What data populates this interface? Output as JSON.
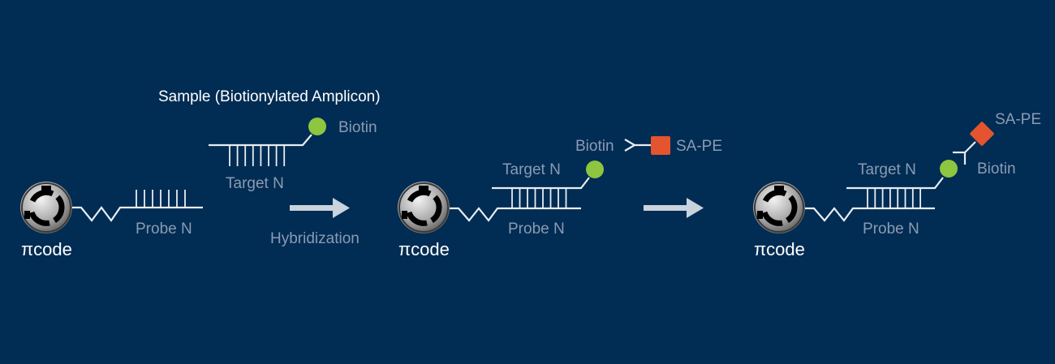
{
  "title": "Sample (Biotionylated Amplicon)",
  "labels": {
    "bead": "πcode",
    "probe": "Probe N",
    "target": "Target N",
    "biotin": "Biotin",
    "sape": "SA-PE",
    "step1": "Hybridization"
  },
  "colors": {
    "background": "#012c53",
    "biotin": "#8dc63f",
    "sape": "#e4542f",
    "arrow": "#c9d3de",
    "label": "#8a9bb3"
  }
}
